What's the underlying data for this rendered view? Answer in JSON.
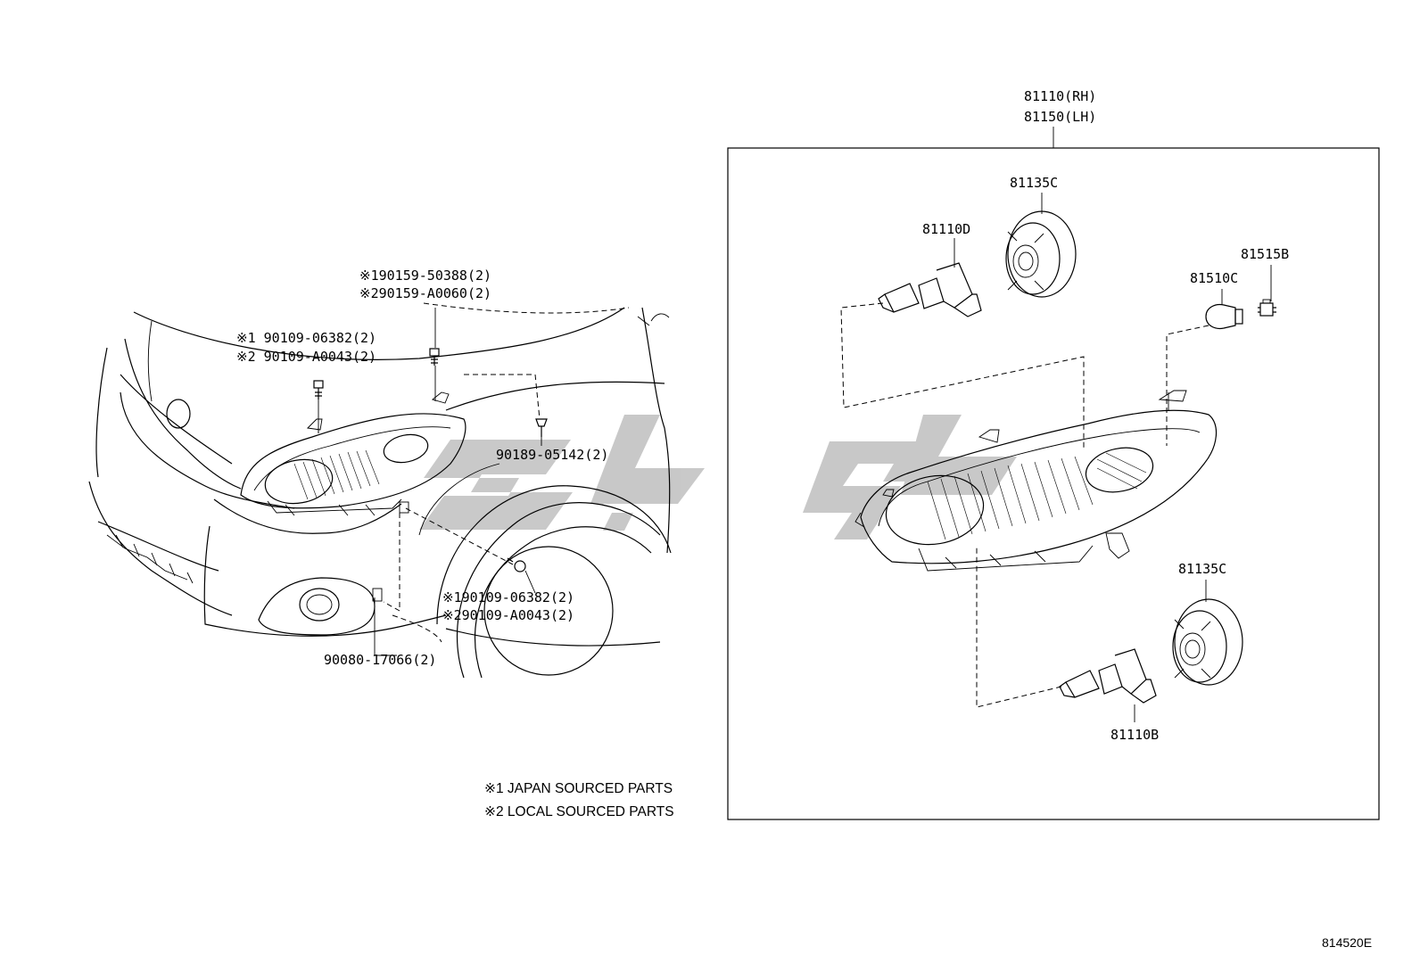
{
  "diagram": {
    "diagram_code": "814520E",
    "watermark": "",
    "assembly_labels": [
      "81110(RH)",
      "81150(LH)"
    ],
    "left_labels": {
      "bolt_top_1": "※190159-50388(2)",
      "bolt_top_2": "※290159-A0060(2)",
      "bolt_left_1": "※1 90109-06382(2)",
      "bolt_left_2": "※2 90109-A0043(2)",
      "clip": "90189-05142(2)",
      "bolt_low_1": "※190109-06382(2)",
      "bolt_low_2": "※290109-A0043(2)",
      "nut": "90080-17066(2)"
    },
    "right_labels": {
      "cover_top": "81135C",
      "bulb_high": "81110D",
      "socket": "81515B",
      "bulb_side": "81510C",
      "cover_bottom": "81135C",
      "bulb_low": "81110B"
    },
    "notes": [
      "※1 JAPAN SOURCED PARTS",
      "※2 LOCAL SOURCED PARTS"
    ]
  }
}
